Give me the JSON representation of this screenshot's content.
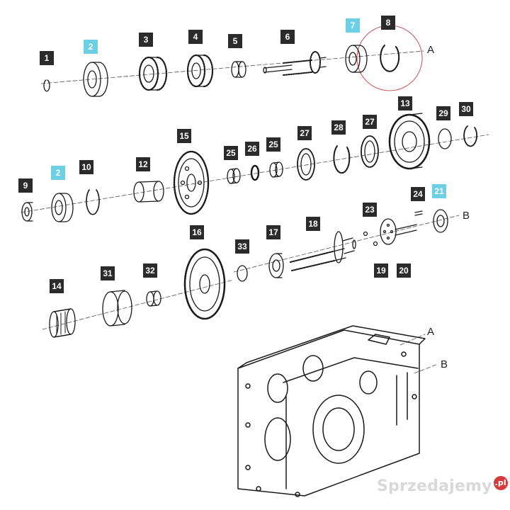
{
  "callouts": [
    "1",
    "2",
    "3",
    "4",
    "5",
    "6",
    "7",
    "8",
    "13",
    "29",
    "30",
    "9",
    "2",
    "10",
    "12",
    "15",
    "25",
    "26",
    "25",
    "27",
    "28",
    "27",
    "24",
    "21",
    "23",
    "19",
    "20",
    "18",
    "16",
    "33",
    "17",
    "14",
    "31",
    "32"
  ],
  "highlight_color": "#6ccfe3",
  "callout_color": "#2b2b2b",
  "refs": {
    "a1": "A",
    "b1": "B",
    "a2": "A",
    "b2": "B"
  },
  "watermark": {
    "text": "Sprzedajemy",
    "tld": ".pl"
  }
}
